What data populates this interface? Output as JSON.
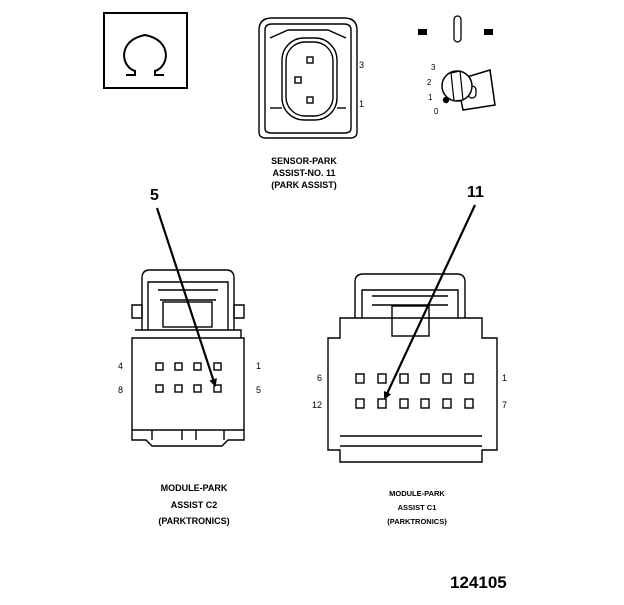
{
  "sensor": {
    "caption": [
      "SENSOR-PARK",
      "ASSIST-NO. 11",
      "(PARK ASSIST)"
    ],
    "pins": [
      "3",
      "1"
    ]
  },
  "key_symbol": {
    "positions": [
      "3",
      "2",
      "1",
      "0"
    ]
  },
  "module_c2": {
    "caption": [
      "MODULE-PARK",
      "ASSIST C2",
      "(PARKTRONICS)"
    ],
    "pins": [
      "4",
      "8",
      "1",
      "5"
    ],
    "callout": "5"
  },
  "module_c1": {
    "caption": [
      "MODULE-PARK",
      "ASSIST C1",
      "(PARKTRONICS)"
    ],
    "pins": [
      "6",
      "12",
      "1",
      "7"
    ],
    "callout": "11"
  },
  "figure_number": "124105",
  "icons": [
    "omega-icon",
    "ignition-key-icon"
  ]
}
